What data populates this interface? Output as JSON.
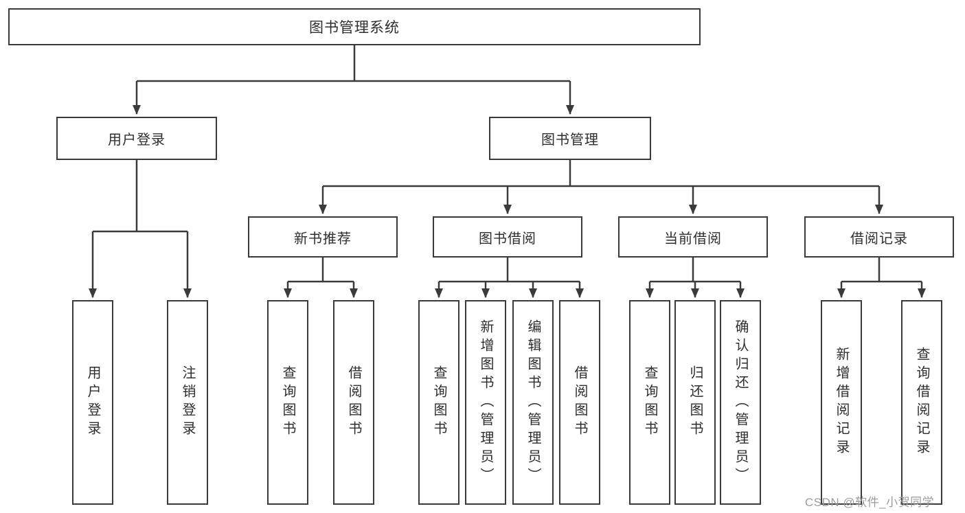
{
  "title": "图书管理系统",
  "tree": {
    "label": "图书管理系统",
    "children": [
      {
        "label": "用户登录",
        "children": [
          {
            "label": "用户登录"
          },
          {
            "label": "注销登录"
          }
        ]
      },
      {
        "label": "图书管理",
        "children": [
          {
            "label": "新书推荐",
            "children": [
              {
                "label": "查询图书"
              },
              {
                "label": "借阅图书"
              }
            ]
          },
          {
            "label": "图书借阅",
            "children": [
              {
                "label": "查询图书"
              },
              {
                "label": "新增图书（管理员）"
              },
              {
                "label": "编辑图书（管理员）"
              },
              {
                "label": "借阅图书"
              }
            ]
          },
          {
            "label": "当前借阅",
            "children": [
              {
                "label": "查询图书"
              },
              {
                "label": "归还图书"
              },
              {
                "label": "确认归还（管理员）"
              }
            ]
          },
          {
            "label": "借阅记录",
            "children": [
              {
                "label": "新增借阅记录"
              },
              {
                "label": "查询借阅记录"
              }
            ]
          }
        ]
      }
    ]
  },
  "watermark": {
    "text": "CSDN @软件_小贺同学",
    "color": "#9b9b9b"
  },
  "colors": {
    "line": "#3a3a3a",
    "border": "#3a3a3a",
    "text": "#2e2e2e",
    "background": "#ffffff"
  }
}
